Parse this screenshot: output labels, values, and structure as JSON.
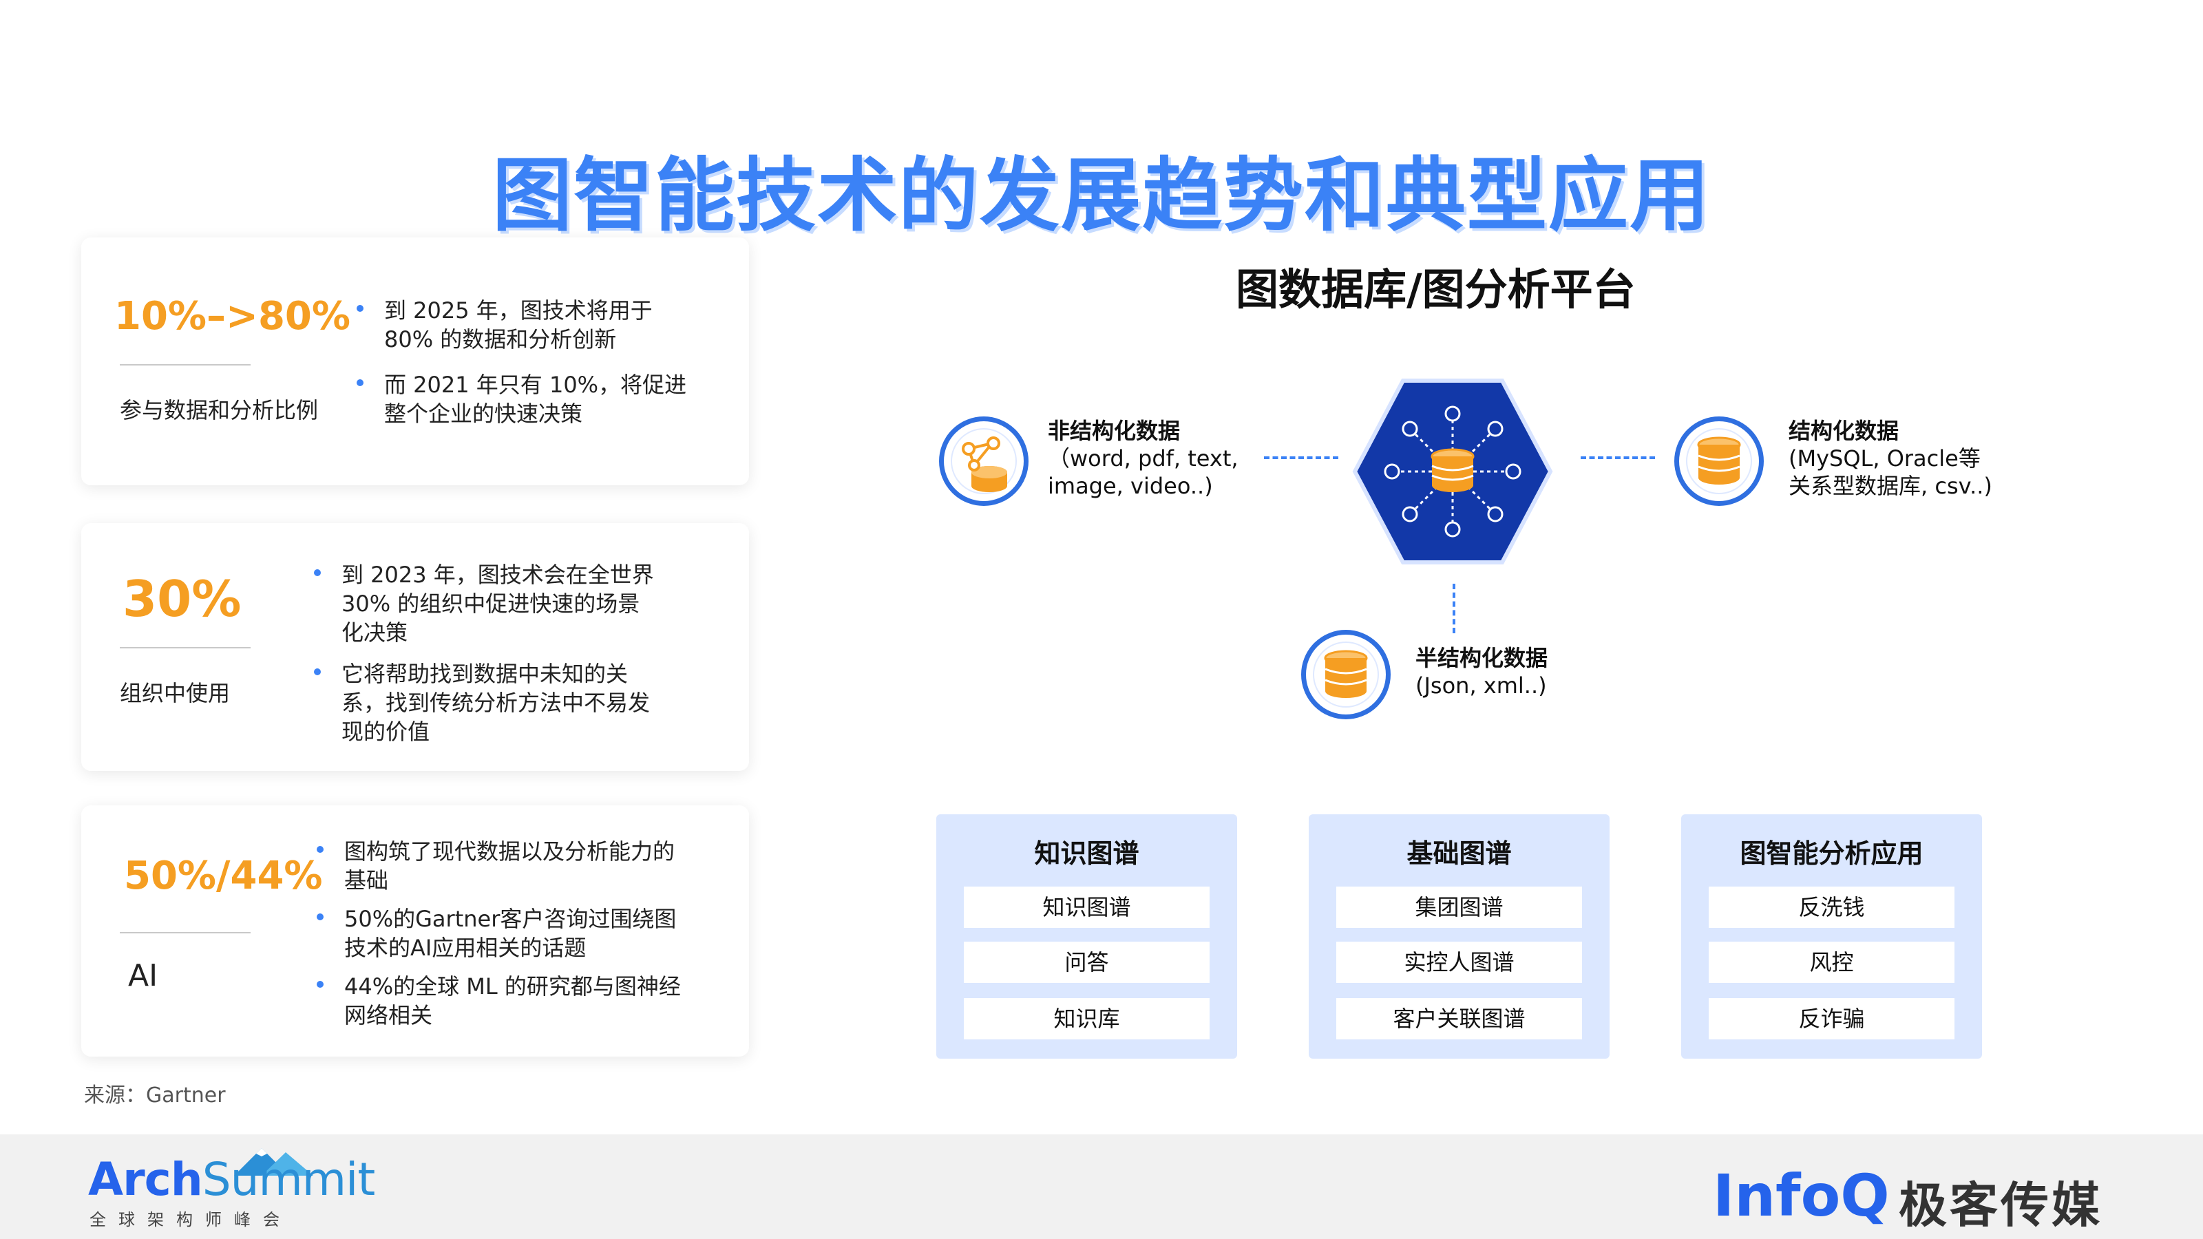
{
  "title": "图智能技术的发展趋势和典型应用",
  "stats": [
    {
      "value": "10%–>80%",
      "caption": "参与数据和分析比例",
      "bullets": [
        "到 2025 年，图技术将用于\n80% 的数据和分析创新",
        "而 2021 年只有 10%，将促进\n整个企业的快速决策"
      ]
    },
    {
      "value": "30%",
      "caption": "组织中使用",
      "bullets": [
        "到 2023 年，图技术会在全世界\n30% 的组织中促进快速的场景\n化决策",
        "它将帮助找到数据中未知的关\n系，找到传统分析方法中不易发\n现的价值"
      ]
    },
    {
      "value": "50%/44%",
      "caption": "AI",
      "bullets": [
        "图构筑了现代数据以及分析能力的\n基础",
        "50%的Gartner客户咨询过围绕图\n技术的AI应用相关的话题",
        "44%的全球 ML 的研究都与图神经\n网络相关"
      ]
    }
  ],
  "source": "来源：Gartner",
  "diagram": {
    "subtitle": "图数据库/图分析平台",
    "unstructured": {
      "heading": "非结构化数据",
      "detail": "（word, pdf, text,\nimage, video..)"
    },
    "structured": {
      "heading": "结构化数据",
      "detail": "(MySQL, Oracle等\n关系型数据库, csv..)"
    },
    "semi": {
      "heading": "半结构化数据",
      "detail": "(Json, xml..)"
    },
    "colors": {
      "accent": "#2f6fe0",
      "hex": "#1238a8",
      "orange": "#f59e22",
      "panel": "#dbe7ff"
    },
    "icons": [
      "graph-db-icon",
      "database-icon",
      "hexagon-hub-icon"
    ]
  },
  "panels": [
    {
      "title": "知识图谱",
      "items": [
        "知识图谱",
        "问答",
        "知识库"
      ]
    },
    {
      "title": "基础图谱",
      "items": [
        "集团图谱",
        "实控人图谱",
        "客户关联图谱"
      ]
    },
    {
      "title": "图智能分析应用",
      "items": [
        "反洗钱",
        "风控",
        "反诈骗"
      ]
    }
  ],
  "footer": {
    "arch_a": "Arch",
    "arch_b": "Summit",
    "arch_sub": "全球架构师峰会",
    "infoq": "InfoQ",
    "geek": "极客传媒"
  }
}
